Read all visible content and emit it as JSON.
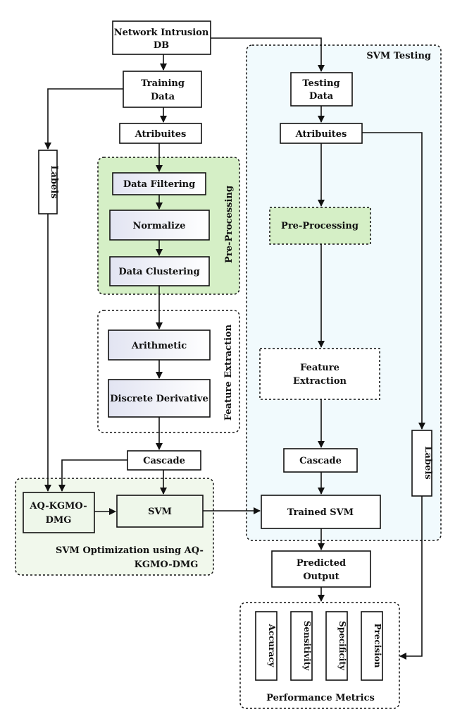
{
  "nodes": {
    "network_db": [
      "Network Intrusion",
      "DB"
    ],
    "training_data": [
      "Training",
      "Data"
    ],
    "train_attributes": "Atribuites",
    "train_labels": "Labels",
    "data_filtering": "Data Filtering",
    "normalize": "Normalize",
    "data_clustering": "Data Clustering",
    "arithmetic": "Arithmetic",
    "discrete_derivative": "Discrete Derivative",
    "train_cascade": "Cascade",
    "aq_kgmo": [
      "AQ-KGMO-",
      "DMG"
    ],
    "svm": "SVM",
    "testing_data": [
      "Testing",
      "Data"
    ],
    "test_attributes": "Atribuites",
    "test_preprocessing": "Pre-Processing",
    "test_feature_extraction": [
      "Feature",
      "Extraction"
    ],
    "test_cascade": "Cascade",
    "trained_svm": "Trained SVM",
    "test_labels": "Labels",
    "predicted_output": [
      "Predicted",
      "Output"
    ],
    "accuracy": "Accuracy",
    "sensitivity": "Sensitivity",
    "specificity": "Specificity",
    "precision": "Precision"
  },
  "groups": {
    "preprocessing": "Pre-Processing",
    "feature_extraction": "Feature Extraction",
    "svm_optimization": [
      "SVM Optimization using AQ-",
      "KGMO-DMG"
    ],
    "svm_testing": "SVM Testing",
    "performance_metrics": "Performance Metrics"
  },
  "colors": {
    "preprocessing_bg": "#d5efc6",
    "optimization_bg": "#f1f8ec",
    "testing_bg": "#f1fafd",
    "box_gradient_start": "#e2e4f2",
    "box_gradient_end": "#ffffff"
  }
}
